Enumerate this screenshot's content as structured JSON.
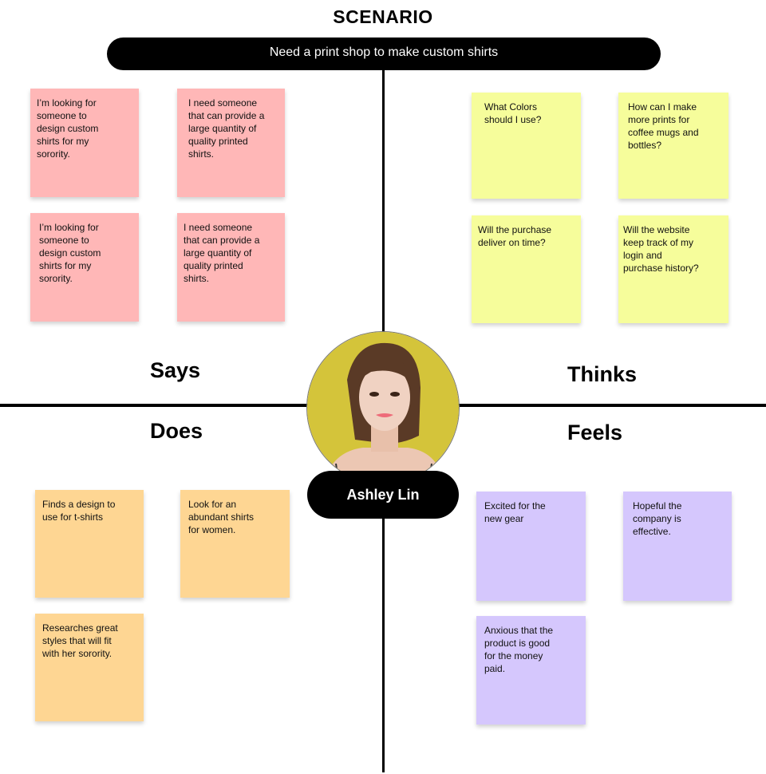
{
  "title": "SCENARIO",
  "scenario": "Need a print shop to make custom shirts",
  "persona": {
    "name": "Ashley Lin"
  },
  "quadrants": {
    "says": {
      "label": "Says",
      "color": "#ffb7b7",
      "notes": [
        "I’m looking for\nsomeone to\ndesign custom\nshirts for my\nsorority.",
        "I need someone\nthat can provide a\nlarge quantity of\nquality printed\nshirts.",
        "I’m looking for\nsomeone to\ndesign custom\nshirts for my\nsorority.",
        "I need someone\nthat can provide a\nlarge quantity of\nquality printed\nshirts."
      ]
    },
    "thinks": {
      "label": "Thinks",
      "color": "#f6fd9b",
      "notes": [
        "What Colors\nshould I use?",
        "How can I make\nmore prints for\ncoffee mugs and\nbottles?",
        "Will the purchase\ndeliver on time?",
        "Will the website\nkeep track of my\nlogin and\npurchase history?"
      ]
    },
    "does": {
      "label": "Does",
      "color": "#fed693",
      "notes": [
        "Finds a design to\nuse for t-shirts",
        "Look for an\nabundant shirts\nfor women.",
        "Researches great\nstyles that will fit\nwith her sorority."
      ]
    },
    "feels": {
      "label": "Feels",
      "color": "#d5c7fd",
      "notes": [
        "Excited for the\nnew gear",
        "Hopeful the\ncompany is\neffective.",
        "Anxious that the\nproduct is good\nfor the money\npaid."
      ]
    }
  }
}
